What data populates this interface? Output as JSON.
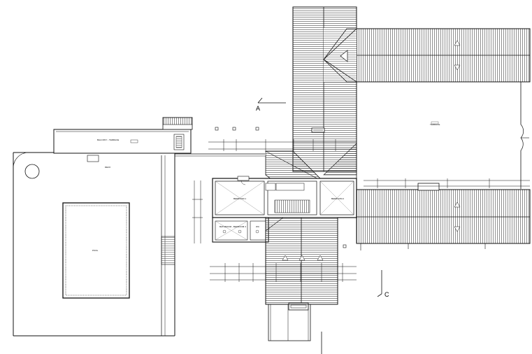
{
  "section_marks": {
    "a": "A",
    "c": "C"
  },
  "room_labels": {
    "terrace": "TERRACE",
    "balcony": "BALCONY - TERRACE",
    "deck": "DECK",
    "pool": "POOL",
    "bedroom_1": "BEDROOM 1",
    "bedroom_2": "BEDROOM 2",
    "bathroom": "BATHROOM - BEDROOM 3",
    "wc": "WC"
  }
}
